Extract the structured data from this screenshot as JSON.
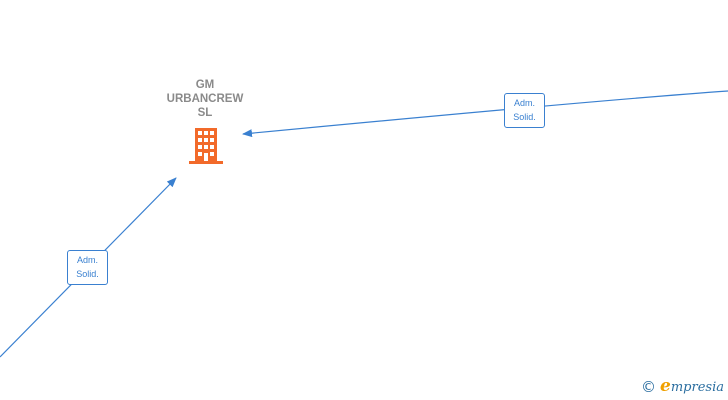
{
  "company": {
    "name_lines": [
      "GM",
      "URBANCREW",
      "SL"
    ],
    "icon": "building-icon",
    "icon_color": "#f26a2a"
  },
  "edges": [
    {
      "label_lines": [
        "Adm.",
        "Solid."
      ],
      "direction": "incoming-from-right"
    },
    {
      "label_lines": [
        "Adm.",
        "Solid."
      ],
      "direction": "incoming-from-bottom-left"
    }
  ],
  "colors": {
    "edge": "#3a80d0",
    "company_text": "#8a8a8a",
    "brand_blue": "#2b6ea0",
    "brand_orange": "#f0a000"
  },
  "footer": {
    "copyright_symbol": "©",
    "brand_first_letter": "e",
    "brand_rest": "mpresia"
  }
}
